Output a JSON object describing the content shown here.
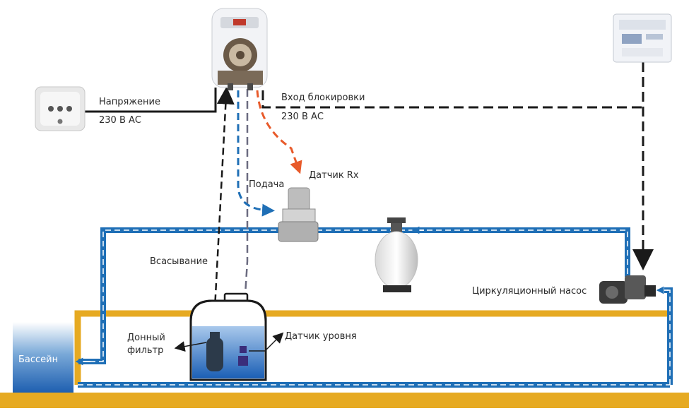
{
  "labels": {
    "voltage_title": "Напряжение",
    "voltage_value": "230 В АС",
    "lock_title": "Вход блокировки",
    "lock_value": "230 В АС",
    "rx_sensor": "Датчик Rx",
    "delivery": "Подача",
    "suction": "Всасывание",
    "bottom_filter_line1": "Донный",
    "bottom_filter_line2": "фильтр",
    "level_sensor": "Датчик уровня",
    "circulation_pump": "Циркуляционный насос",
    "pool": "Бассейн"
  },
  "colors": {
    "pipe_blue": "#1f6fb6",
    "pipe_orange": "#e6aa22",
    "signal_red": "#e85a2a",
    "cable_black": "#1a1a1a",
    "tube_gray": "#6b6b80"
  },
  "icons": {
    "socket": "power-socket-icon",
    "dosing_pump": "peristaltic-pump-icon",
    "controller": "control-panel-icon",
    "injection": "injection-valve-icon",
    "sand_filter": "sand-filter-icon",
    "circ_pump": "circulation-pump-icon",
    "tank": "chemical-tank-icon",
    "foot_filter": "foot-filter-icon",
    "level_probe": "level-probe-icon",
    "pool": "pool-icon"
  }
}
